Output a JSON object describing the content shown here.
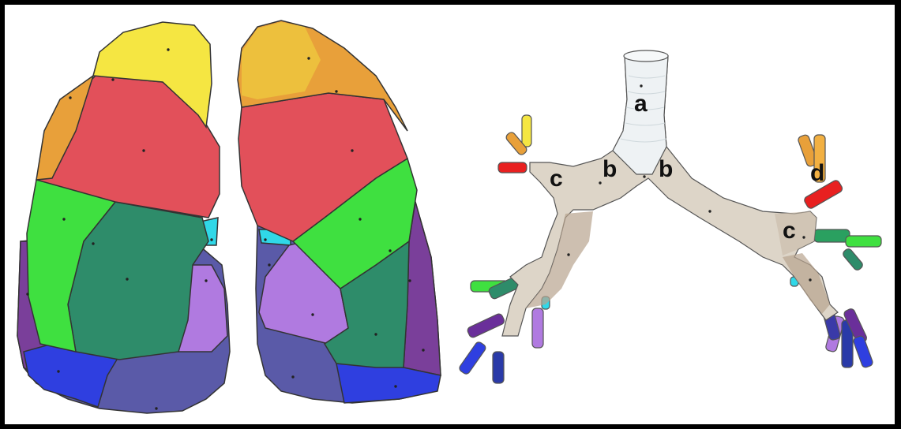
{
  "colors": {
    "border": "#000000",
    "background": "#ffffff",
    "apical": "#f5e642",
    "posterior_upper": "#e8a03a",
    "anterior_upper": "#e2505a",
    "lingula_middle_lateral": "#3fe040",
    "middle_medial": "#2e8c6a",
    "superior_lower": "#5a5aa8",
    "medial_basal": "#30d8e8",
    "anterior_basal": "#b07ae0",
    "lateral_basal": "#7a3f9a",
    "posterior_basal": "#2f3fe0",
    "airway": "#ddd5c8",
    "airway_dark": "#b8a48e",
    "trachea": "#eef2f4"
  },
  "labels": {
    "trachea": "a",
    "main_bronchus_right": "b",
    "main_bronchus_left": "b",
    "lobar_right": "c",
    "lobar_left": "c",
    "segmental_left": "d"
  }
}
